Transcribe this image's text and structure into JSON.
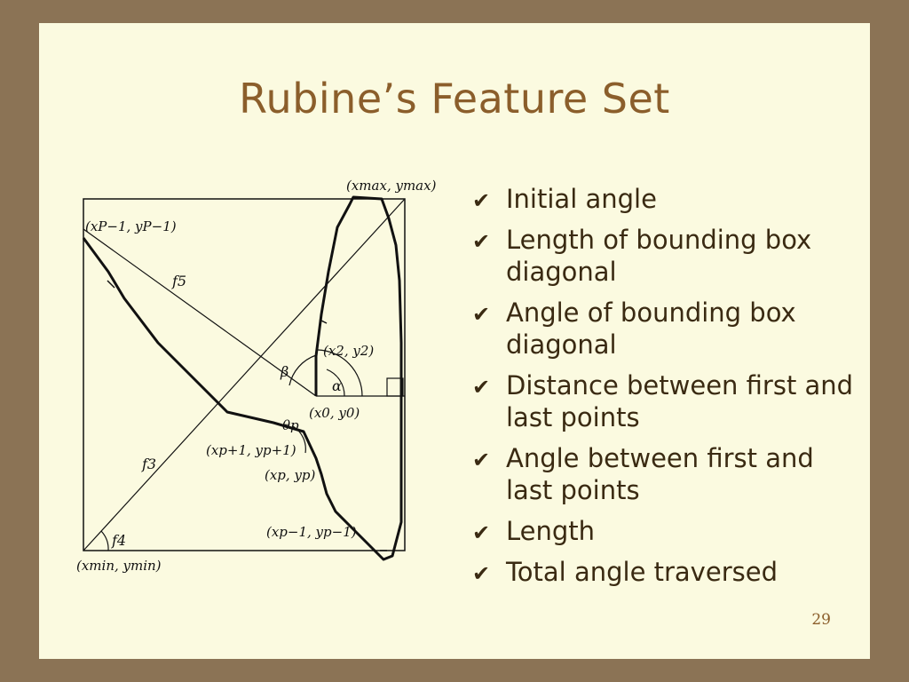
{
  "slide": {
    "title": "Rubine’s Feature Set",
    "page_number": "29",
    "check_icon": "check-mark-icon",
    "bullets": [
      "Initial angle",
      "Length of bounding box diagonal",
      "Angle of bounding box diagonal",
      "Distance between first and last points",
      "Angle between first and last points",
      "Length",
      "Total angle traversed"
    ]
  },
  "diagram": {
    "labels": {
      "xmax_ymax": "(xmax, ymax)",
      "xP1_yP1": "(xP−1, yP−1)",
      "f5": "f5",
      "x2_y2": "(x2, y2)",
      "beta": "β",
      "alpha": "α",
      "x0_y0": "(x0, y0)",
      "theta_p": "θp",
      "xp1_yp1": "(xp+1, yp+1)",
      "f3": "f3",
      "xp_yp": "(xp, yp)",
      "xpm1_ypm1": "(xp−1, yp−1)",
      "f4": "f4",
      "xmin_ymin": "(xmin, ymin)"
    }
  }
}
